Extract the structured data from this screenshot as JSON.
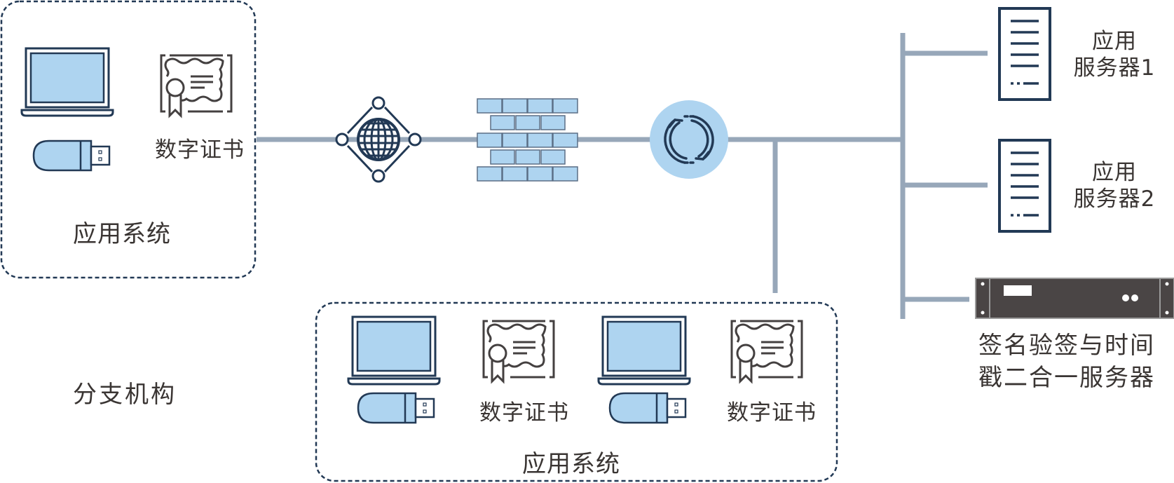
{
  "colors": {
    "dark": "#223955",
    "light_blue": "#aed4f0",
    "line": "#97a7b9",
    "cert": "#444040",
    "server_box": "#4a4545",
    "text": "#3a3533"
  },
  "main_site": {
    "cert_label": "数字证书",
    "system_label": "应用系统",
    "icons": [
      "laptop-icon",
      "usb-key-icon",
      "certificate-icon"
    ]
  },
  "network": {
    "nodes": [
      "internet-gateway-icon",
      "firewall-icon",
      "sync-gateway-icon"
    ]
  },
  "servers": [
    {
      "line1": "应用",
      "line2": "服务器1"
    },
    {
      "line1": "应用",
      "line2": "服务器2"
    }
  ],
  "sign_server": {
    "line1": "签名验签与时间",
    "line2": "戳二合一服务器"
  },
  "branch": {
    "title": "分支机构",
    "system_label": "应用系统",
    "cert_labels": [
      "数字证书",
      "数字证书"
    ]
  }
}
